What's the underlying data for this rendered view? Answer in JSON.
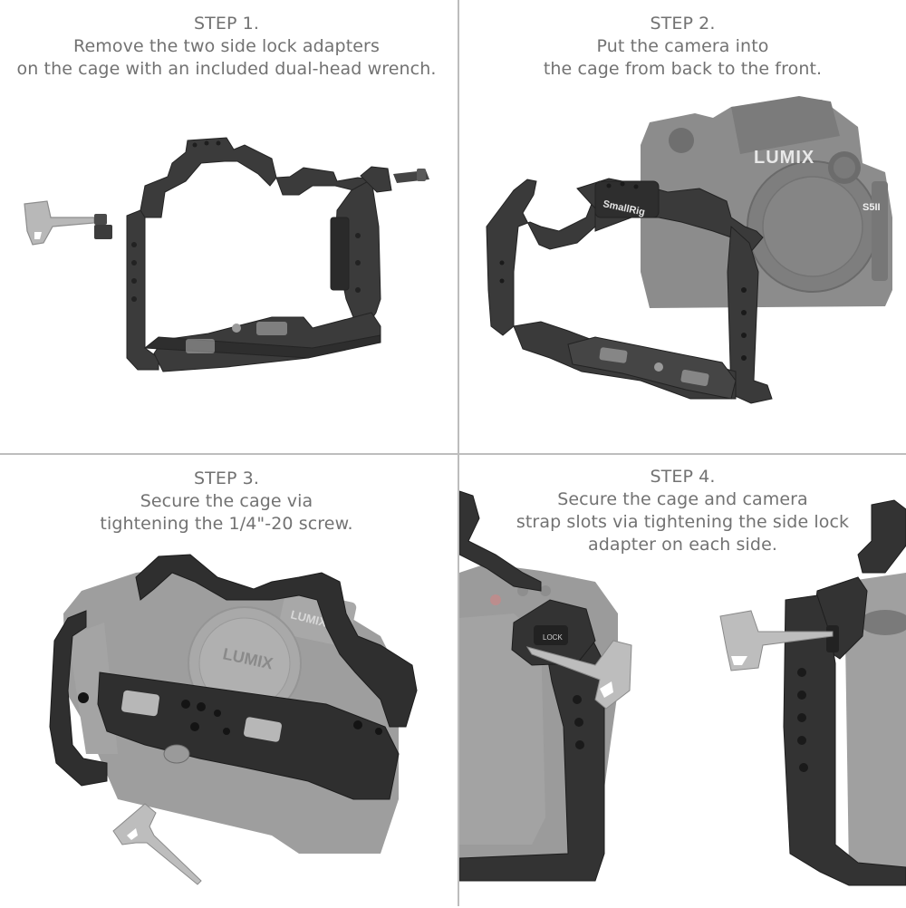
{
  "steps": [
    {
      "title": "STEP 1.",
      "lines": [
        "Remove the two side lock adapters",
        "on the cage with an included dual-head wrench."
      ],
      "illustration": "exploded-cage-with-wrench-and-side-lock-adapters"
    },
    {
      "title": "STEP 2.",
      "lines": [
        "Put the camera into",
        "the cage from back to the front."
      ],
      "illustration": "cage-sliding-onto-camera",
      "labels": {
        "cage_brand": "SmallRig",
        "camera_brand": "LUMIX",
        "camera_model": "S5II"
      }
    },
    {
      "title": "STEP 3.",
      "lines": [
        "Secure the cage via",
        "tightening the 1/4\"-20 screw."
      ],
      "illustration": "camera-in-cage-bottom-view-with-wrench",
      "labels": {
        "body_cap_brand": "LUMIX",
        "viewfinder_brand": "LUMIX"
      }
    },
    {
      "title": "STEP 4.",
      "lines": [
        "Secure the cage and camera",
        "strap slots via tightening the side lock",
        "adapter on each side."
      ],
      "illustration": "side-lock-adapter-closeups-with-wrench",
      "labels": {
        "adapter_marking": "LOCK"
      }
    }
  ],
  "colors": {
    "caption_text": "#727272",
    "divider": "#bdbdbd",
    "cage_metal": "#3a3a3a",
    "camera_body": "#8a8a8a",
    "wrench": "#b5b5b5",
    "background": "#ffffff"
  }
}
